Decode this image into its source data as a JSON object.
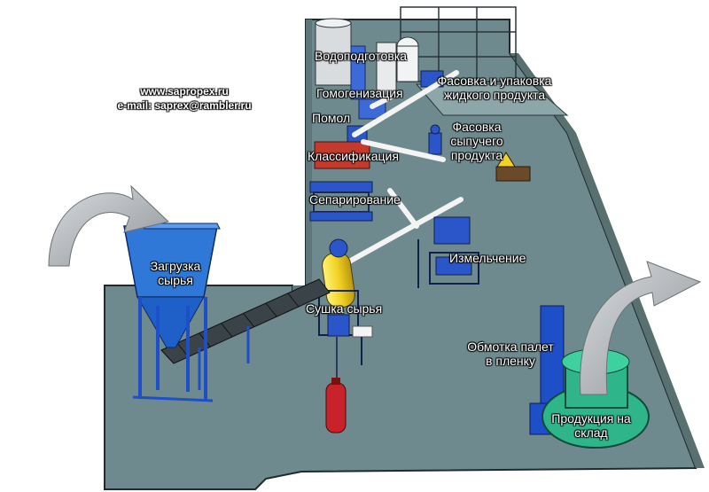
{
  "contacts": {
    "website": "www.sapropex.ru",
    "email": "e-mail: saprex@rambler.ru"
  },
  "stations": {
    "water_treatment": "Водоподготовка",
    "homogenization": "Гомогенизация",
    "grinding": "Помол",
    "liquid_packing": [
      "Фасовка и упаковка",
      "жидкого продукта"
    ],
    "bulk_packing": [
      "Фасовка",
      "сыпучего",
      "продукта"
    ],
    "classification": "Классификация",
    "separation": "Сепарирование",
    "shredding": "Измельчение",
    "raw_loading": [
      "Загрузка",
      "сырья"
    ],
    "raw_drying": "Сушка сырья",
    "pallet_wrapping": [
      "Обмотка палет",
      "в пленку"
    ],
    "to_warehouse": [
      "Продукция на",
      "склад"
    ]
  },
  "colors": {
    "floor": "#6f8a8e",
    "floor_edge": "#1e2a2e",
    "equipment_blue": "#1f4fc8",
    "equipment_yellow": "#f2d324",
    "wrapper_green": "#2fb58a",
    "arrow_fill": "#a9aeb2",
    "gas_cylinder": "#c8232b"
  },
  "icons": {
    "flow_arrow_left": "curved-arrow-icon",
    "flow_arrow_right": "curved-arrow-icon",
    "gas_cylinder": "gas-cylinder-icon",
    "warning_sign": "warning-triangle-icon"
  }
}
